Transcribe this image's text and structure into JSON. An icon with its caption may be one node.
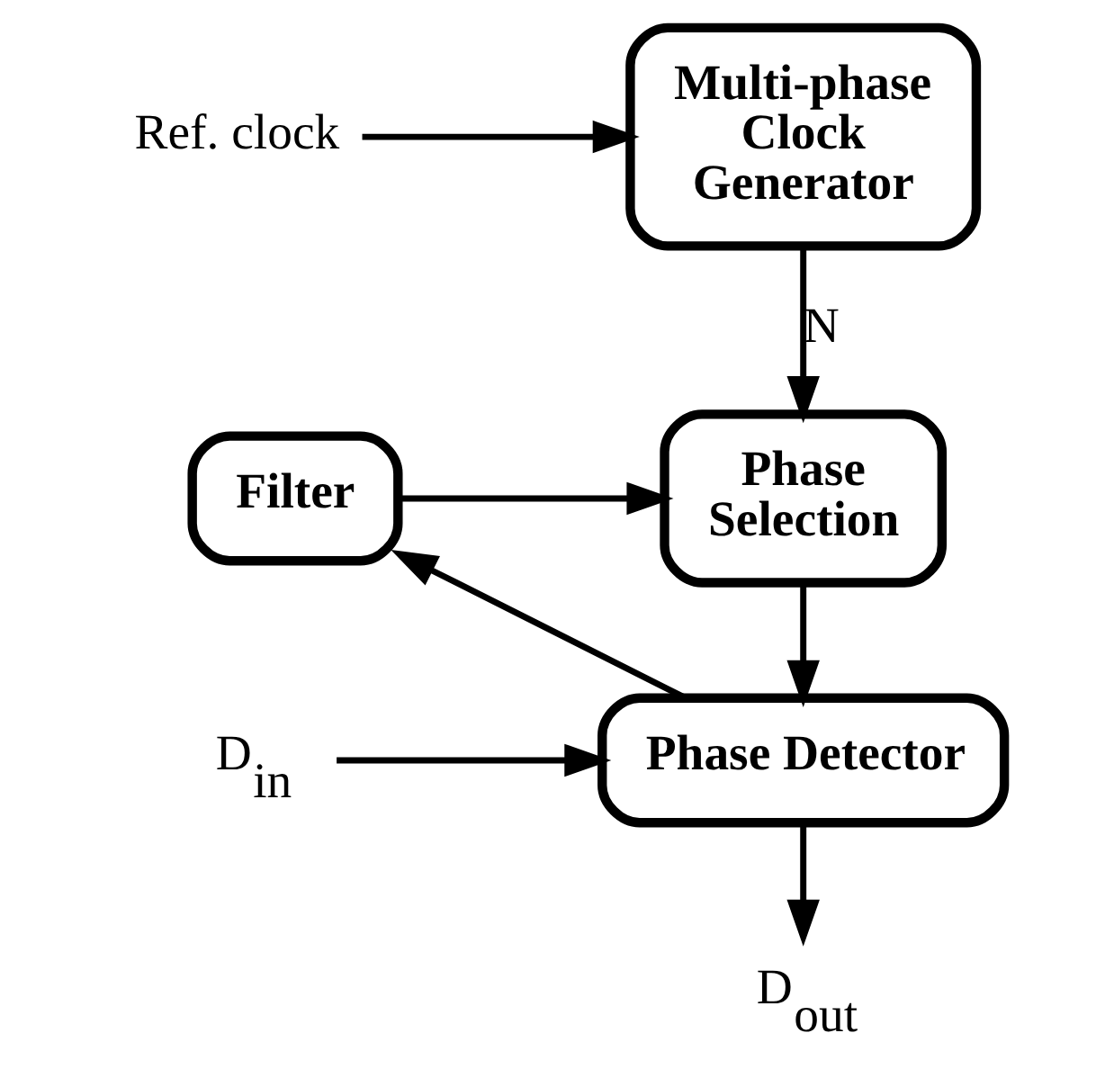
{
  "diagram": {
    "nodes": [
      {
        "text": [
          "Multi-phase Clock Generator"
        ]
      },
      {
        "text": [
          "Phase Selection"
        ]
      },
      {
        "text": [
          "Filter"
        ]
      },
      {
        "text": [
          "Phase Detector"
        ]
      },
      {
        "text": [
          "Ref. clock"
        ]
      },
      {
        "text": [
          "D$_{in}$"
        ]
      },
      {
        "text": [
          "D$_{out}$"
        ]
      }
    ],
    "edges": [
      {
        "from": 4,
        "to": 0,
        "arrow": "to"
      },
      {
        "from": 0,
        "to": 1,
        "arrow": "to",
        "label": "N"
      },
      {
        "from": 2,
        "to": 1,
        "arrow": "to"
      },
      {
        "from": 1,
        "to": 3,
        "arrow": "to"
      },
      {
        "from": 5,
        "to": 3,
        "arrow": "to"
      },
      {
        "from": 3,
        "to": 2,
        "arrow": "to"
      },
      {
        "from": 3,
        "to": 6,
        "arrow": "to"
      }
    ]
  }
}
